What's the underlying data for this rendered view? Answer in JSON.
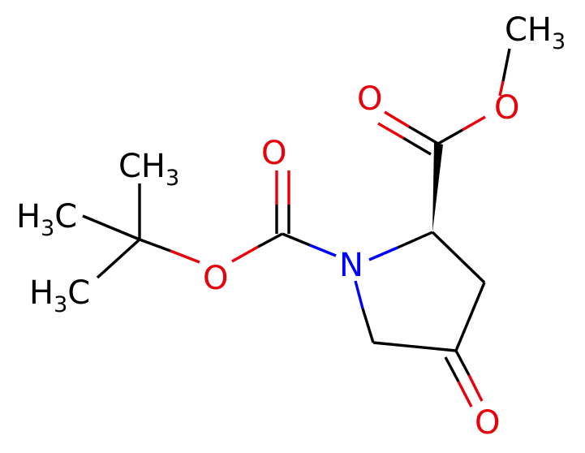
{
  "molecule": {
    "atoms": {
      "methyl_top": {
        "main": "CH",
        "sub": "3"
      },
      "methyl_left_top": {
        "main": "CH",
        "sub": "3"
      },
      "methyl_left_mid": {
        "main": "H",
        "sub": "3",
        "tail": "C"
      },
      "methyl_left_bottom": {
        "main": "H",
        "sub": "3",
        "tail": "C"
      },
      "ester_o_single": {
        "main": "O"
      },
      "ester_o_double": {
        "main": "O"
      },
      "boc_o_double": {
        "main": "O"
      },
      "boc_o_single": {
        "main": "O"
      },
      "ring_n": {
        "main": "N"
      },
      "ketone_o": {
        "main": "O"
      }
    }
  },
  "colors": {
    "carbon": "#000000",
    "oxygen": "#e8000b",
    "nitrogen": "#0000ff",
    "background": "#ffffff"
  }
}
